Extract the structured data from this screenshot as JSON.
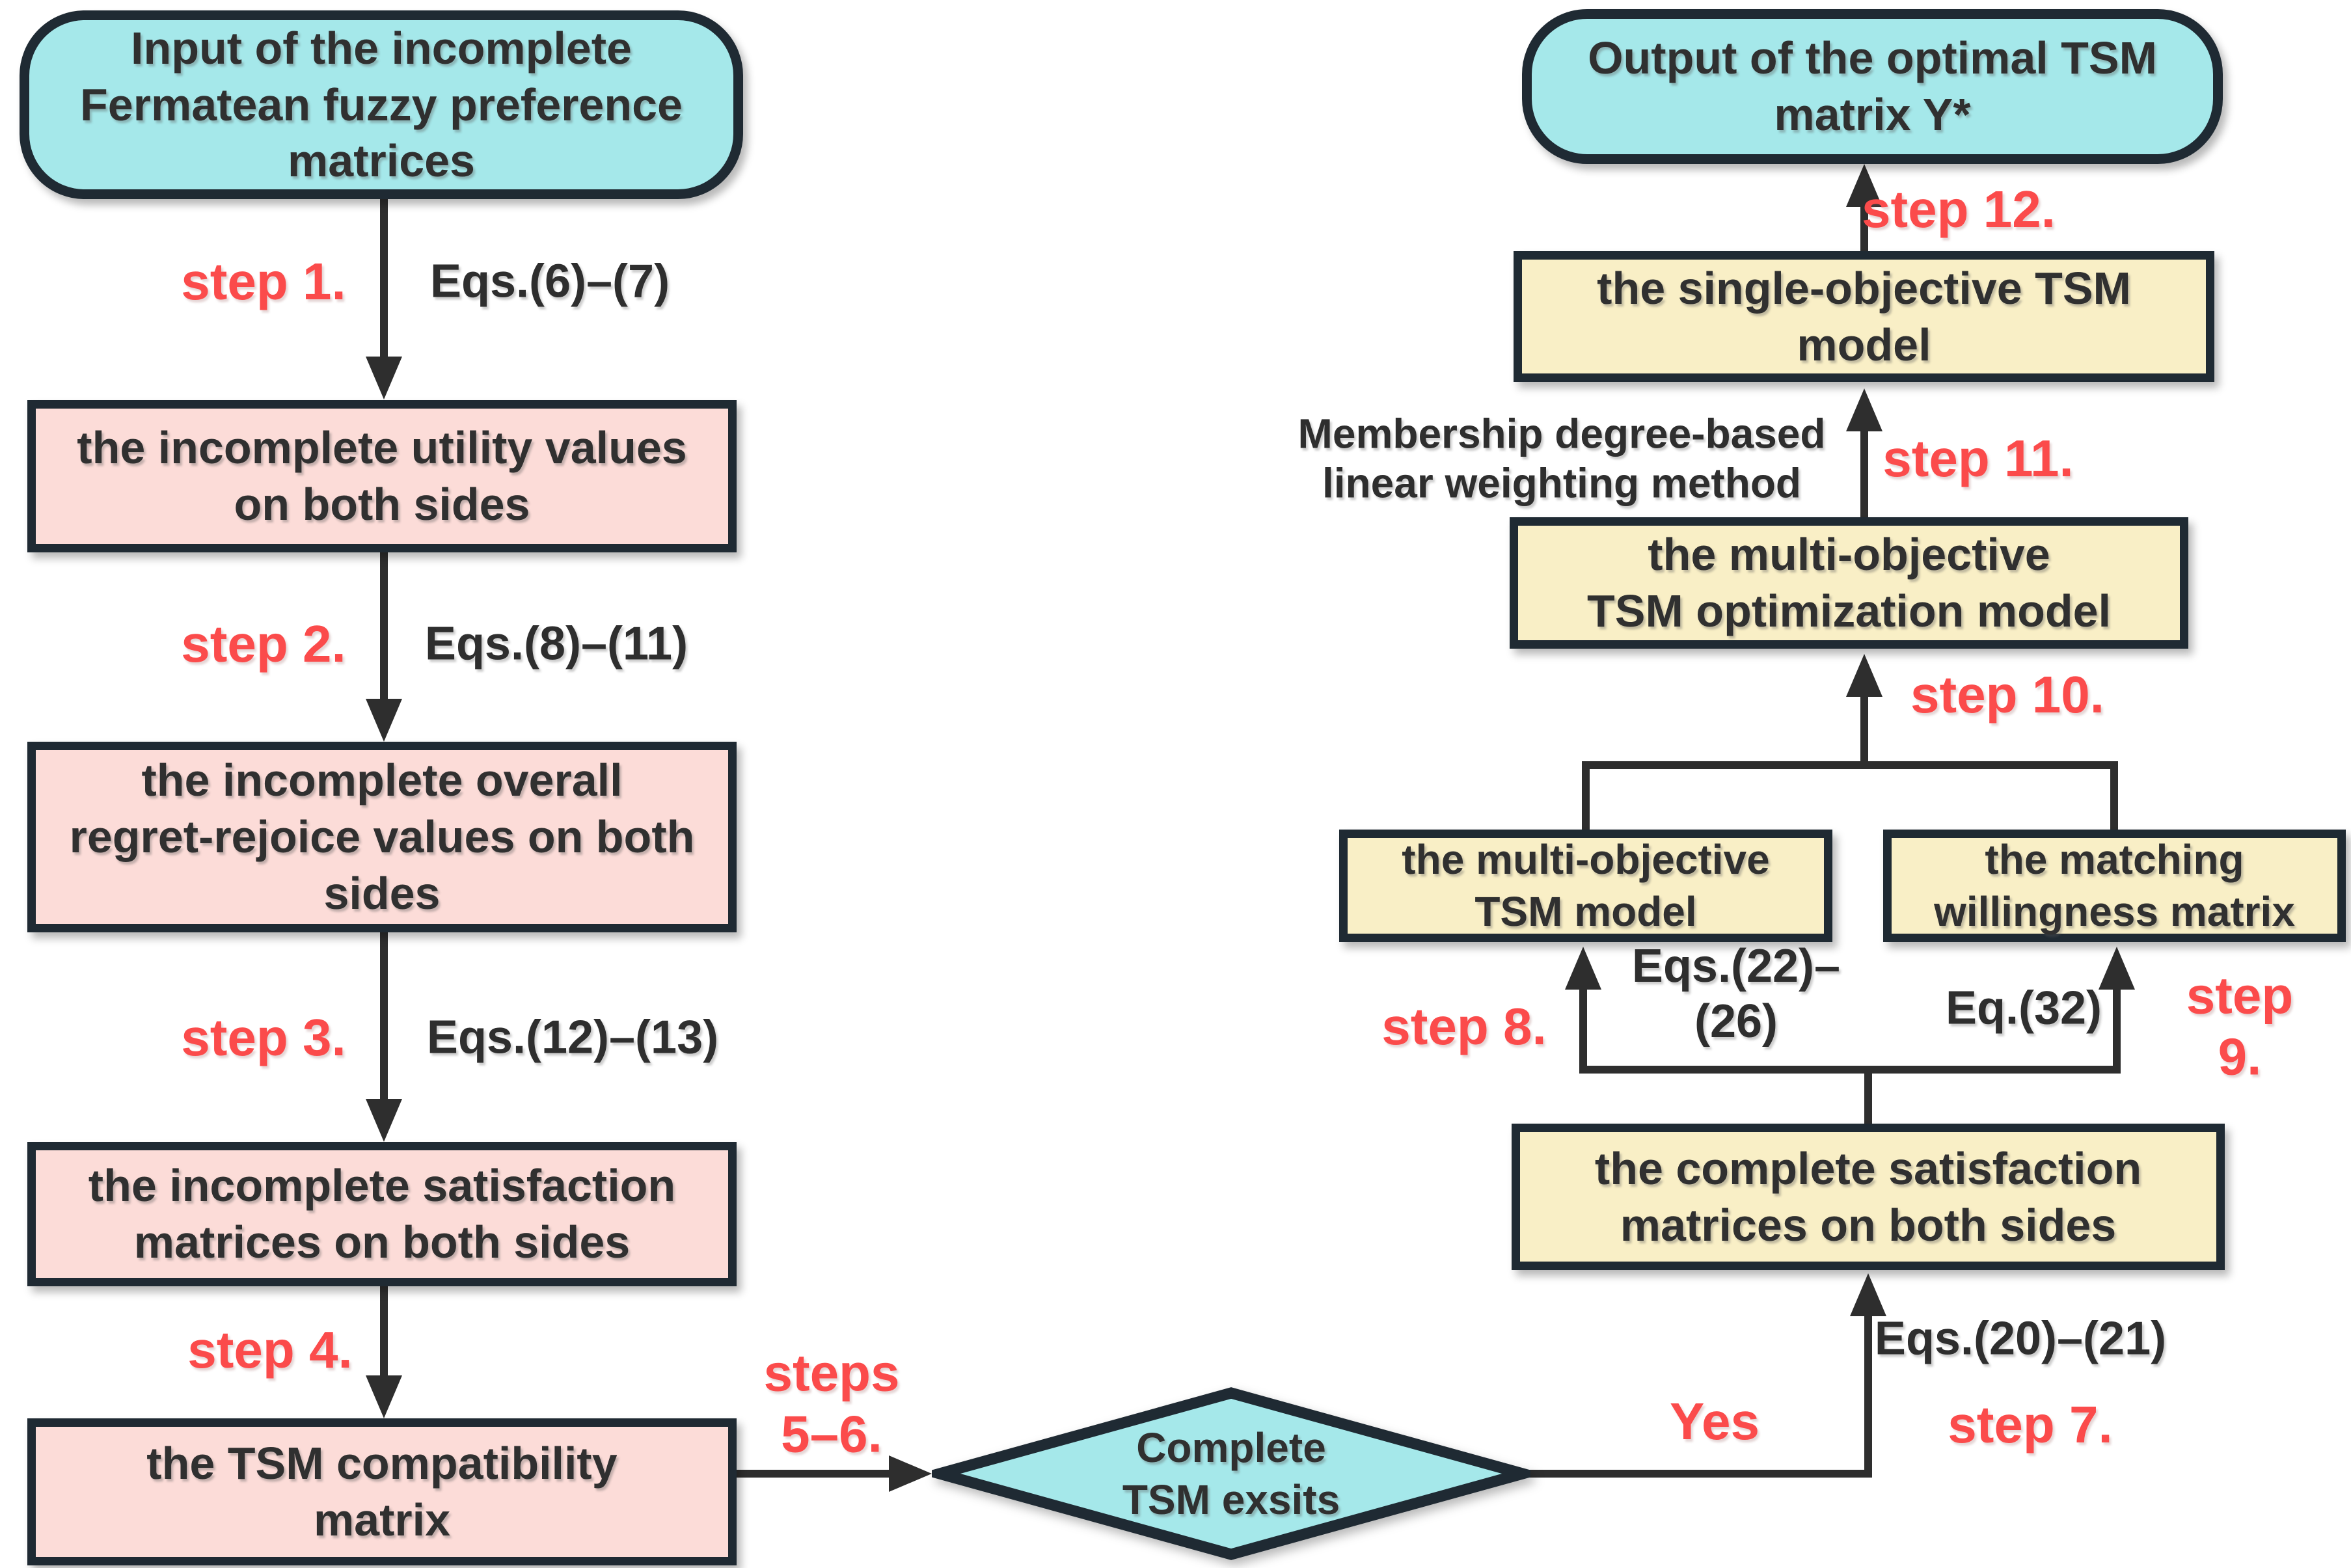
{
  "title": "TSM decision method flowchart",
  "colors": {
    "cyan_terminal": "#a5e8ea",
    "pink_process": "#fcdcd8",
    "yellow_process": "#f9efc6",
    "border": "#1f2a33",
    "step_red": "#fb4b4b",
    "line": "#2e2e2e",
    "text": "#303030"
  },
  "nodes": {
    "input": "Input of the incomplete\nFermatean fuzzy preference\nmatrices",
    "utility": "the incomplete utility values\non both sides",
    "regret": "the incomplete overall\nregret-rejoice values on both\nsides",
    "incomplete_satisfaction": "the incomplete satisfaction\nmatrices on both sides",
    "compatibility": "the TSM compatibility\nmatrix",
    "decision": "Complete\nTSM exsits",
    "complete_satisfaction": "the complete satisfaction\nmatrices on both sides",
    "multi_objective_model": "the multi-objective\nTSM model",
    "willingness": "the matching\nwillingness matrix",
    "optimization": "the multi-objective\nTSM optimization model",
    "single_objective": "the single-objective TSM\nmodel",
    "output": "Output of the optimal TSM\nmatrix Y*"
  },
  "steps": {
    "step1": "step 1.",
    "step2": "step 2.",
    "step3": "step 3.",
    "step4": "step 4.",
    "steps56": "steps\n5–6.",
    "step7": "step 7.",
    "step8": "step 8.",
    "step9": "step 9.",
    "step10": "step 10.",
    "step11": "step 11.",
    "step12": "step 12."
  },
  "equations": {
    "eq1": "Eqs.(6)–(7)",
    "eq2": "Eqs.(8)–(11)",
    "eq3": "Eqs.(12)–(13)",
    "eq7": "Eqs.(20)–(21)",
    "eq8": "Eqs.(22)–\n(26)",
    "eq9": "Eq.(32)"
  },
  "labels": {
    "yes": "Yes",
    "membership": "Membership degree-based\nlinear weighting method"
  }
}
